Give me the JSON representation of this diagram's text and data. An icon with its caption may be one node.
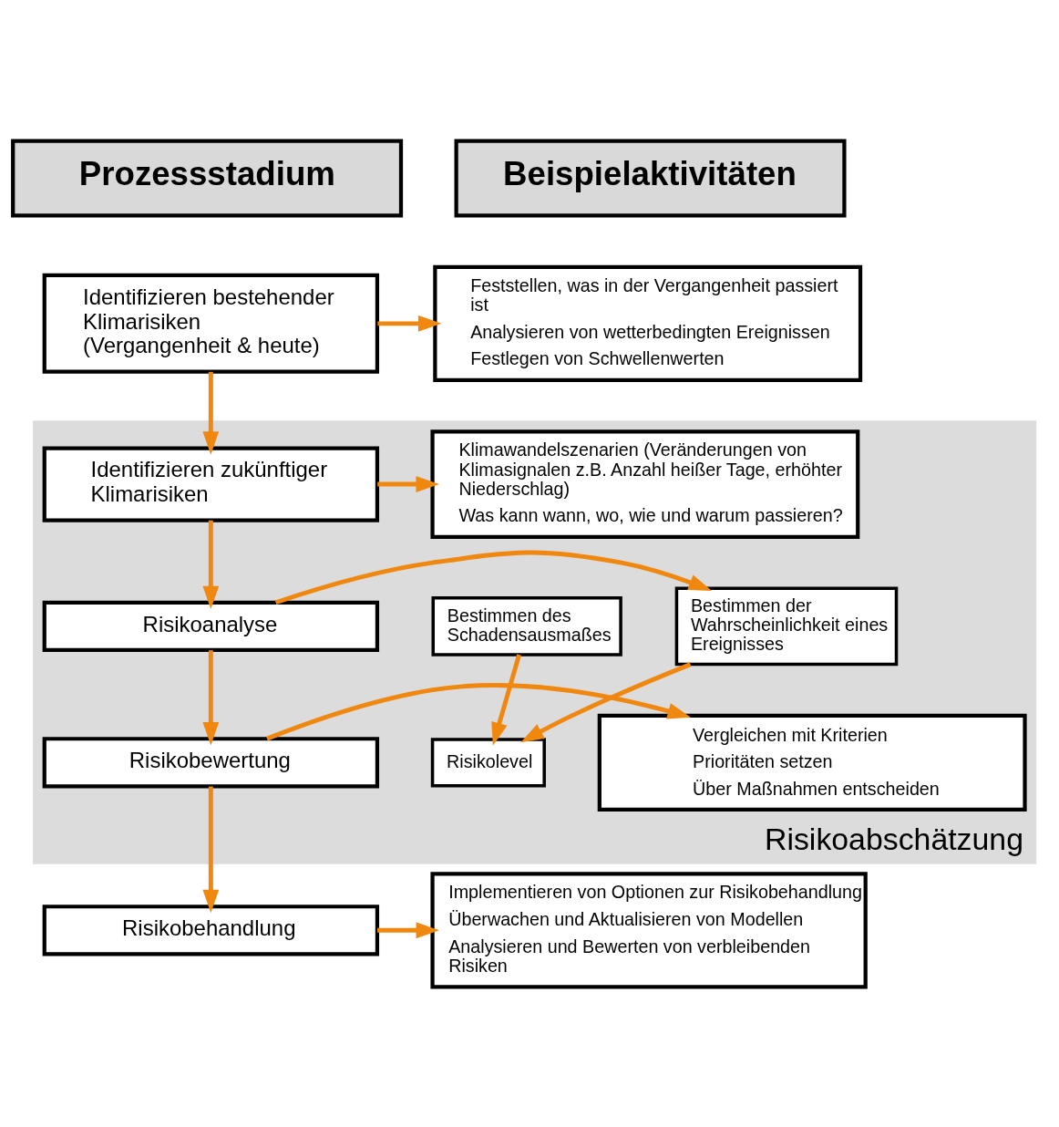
{
  "diagram": {
    "nodes": [
      {
        "text": [
          "Prozessstadium"
        ]
      },
      {
        "text": [
          "Beispielaktivitäten"
        ]
      },
      {
        "text": [
          "Identifizieren bestehender Klimarisiken (Vergangenheit & heute)"
        ]
      },
      {
        "text": [
          "Feststellen, was in der Vergangenheit passiert ist",
          "Analysieren von wetterbedingten Ereignissen",
          "Festlegen von Schwellenwerten"
        ]
      },
      {
        "text": [
          "Risikoabschätzung"
        ]
      },
      {
        "text": [
          "Identifizieren zukünftiger Klimarisiken"
        ],
        "in": 4
      },
      {
        "text": [
          "Klimawandelszenarien (Veränderungen von Klimasignalen z.B. Anzahl heißer Tage, erhöhter Niederschlag)",
          "Was kann wann, wo, wie und warum passieren?"
        ],
        "in": 4
      },
      {
        "text": [
          "Risikoanalyse"
        ],
        "in": 4
      },
      {
        "text": [
          "Bestimmen der Wahrscheinlichkeit eines Ereignisses"
        ],
        "in": 4
      },
      {
        "text": [
          "Bestimmen des Schadensausmaßes"
        ],
        "in": 4
      },
      {
        "text": [
          "Risikolevel"
        ],
        "in": 4
      },
      {
        "text": [
          "Risikobewertung"
        ],
        "in": 4
      },
      {
        "text": [
          "Vergleichen mit Kriterien",
          "Prioritäten setzen",
          "Über Maßnahmen entscheiden"
        ],
        "in": 4
      },
      {
        "text": [
          "Risikobehandlung"
        ]
      },
      {
        "text": [
          "Implementieren von Optionen zur Risikobehandlung",
          "Überwachen und Aktualisieren von Modellen",
          "Analysieren und Bewerten von verbleibenden Risiken"
        ]
      }
    ],
    "edges": [
      {
        "from": 2,
        "to": 3,
        "arrow": "to"
      },
      {
        "from": 2,
        "to": 5,
        "arrow": "to"
      },
      {
        "from": 5,
        "to": 6,
        "arrow": "to"
      },
      {
        "from": 5,
        "to": 7,
        "arrow": "to"
      },
      {
        "from": 7,
        "to": 8,
        "arrow": "to"
      },
      {
        "from": 8,
        "to": 10,
        "arrow": "to"
      },
      {
        "from": 9,
        "to": 10,
        "arrow": "to"
      },
      {
        "from": 7,
        "to": 11,
        "arrow": "to"
      },
      {
        "from": 11,
        "to": 12,
        "arrow": "to"
      },
      {
        "from": 11,
        "to": 13,
        "arrow": "to"
      },
      {
        "from": 13,
        "to": 14,
        "arrow": "to"
      }
    ]
  }
}
